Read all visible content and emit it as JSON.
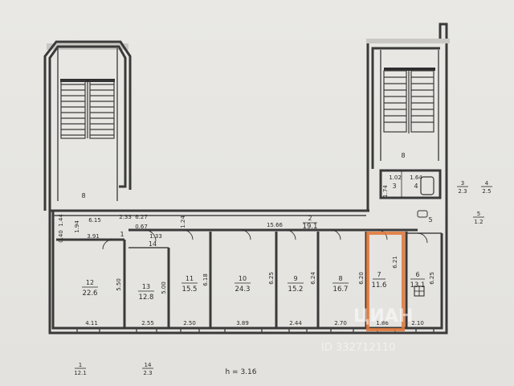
{
  "rooms_main": [
    {
      "n": "12",
      "a": "22.6"
    },
    {
      "n": "13",
      "a": "12.8"
    },
    {
      "n": "11",
      "a": "15.5"
    },
    {
      "n": "10",
      "a": "24.3"
    },
    {
      "n": "9",
      "a": "15.2"
    },
    {
      "n": "8",
      "a": "16.7"
    },
    {
      "n": "7",
      "a": "11.6"
    },
    {
      "n": "6",
      "a": "13.1"
    }
  ],
  "corridor": {
    "n": "2",
    "a": "19.1",
    "len": "15.66"
  },
  "misc_labels": {
    "stair_left": "8",
    "stair_right": "8",
    "room1": "1",
    "room14": "14",
    "room3": "3",
    "room4": "4",
    "room5": "5"
  },
  "side_list": [
    {
      "n": "3",
      "a": "2.3"
    },
    {
      "n": "4",
      "a": "2.5"
    },
    {
      "n": "5",
      "a": "1.2"
    }
  ],
  "bottom_list": [
    {
      "n": "1",
      "a": "12.1"
    },
    {
      "n": "14",
      "a": "2.3"
    }
  ],
  "height_label": "h = 3.16",
  "dims_bottom": [
    "4.11",
    "2.55",
    "2.50",
    "3.89",
    "2.44",
    "2.70",
    "1.86",
    "2.10"
  ],
  "dims_vertical": [
    "5.50",
    "5.00",
    "6.18",
    "6.25",
    "6.24",
    "6.20",
    "6.21",
    "6.25"
  ],
  "dims_misc": {
    "d615": "6.15",
    "d233": "2.33",
    "d627": "6.27",
    "d067": "0.67",
    "d124": "1.24",
    "d133": "1.33",
    "d391": "3.91",
    "d194": "1.94",
    "d144": "1.44",
    "d040": "0.40",
    "d102": "1.02",
    "d164": "1.64",
    "d174": "1.74"
  },
  "watermark": {
    "brand": "ЦИАН",
    "id": "ID 332712110"
  },
  "colors": {
    "highlight": "#e07a3e",
    "wall": "#3a3a3a",
    "paper": "#e7e6e2"
  }
}
